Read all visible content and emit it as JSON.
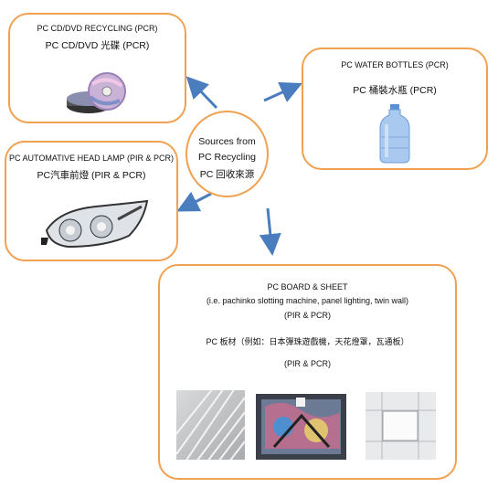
{
  "center": {
    "line1": "Sources from",
    "line2": "PC Recycling",
    "line3": "PC 回收來源"
  },
  "cd": {
    "title_en": "PC CD/DVD RECYCLING (PCR)",
    "title_zh": "PC CD/DVD 光碟 (PCR)"
  },
  "water": {
    "title_en": "PC WATER BOTTLES (PCR)",
    "title_zh": "PC 桶裝水瓶 (PCR)"
  },
  "lamp": {
    "title_en": "PC AUTOMATIVE HEAD LAMP (PIR & PCR)",
    "title_zh": "PC汽車前燈 (PIR & PCR)"
  },
  "board": {
    "title_en": "PC BOARD & SHEET",
    "subtitle": "(i.e. pachinko slotting machine, panel lighting, twin wall)",
    "tag1": "(PIR & PCR)",
    "title_zh": "PC 板材（例如：日本彈珠遊戲機，天花燈罩，瓦通板）",
    "tag2": "(PIR & PCR)"
  },
  "colors": {
    "border": "#f0a152",
    "arrow": "#4a7dbe"
  }
}
